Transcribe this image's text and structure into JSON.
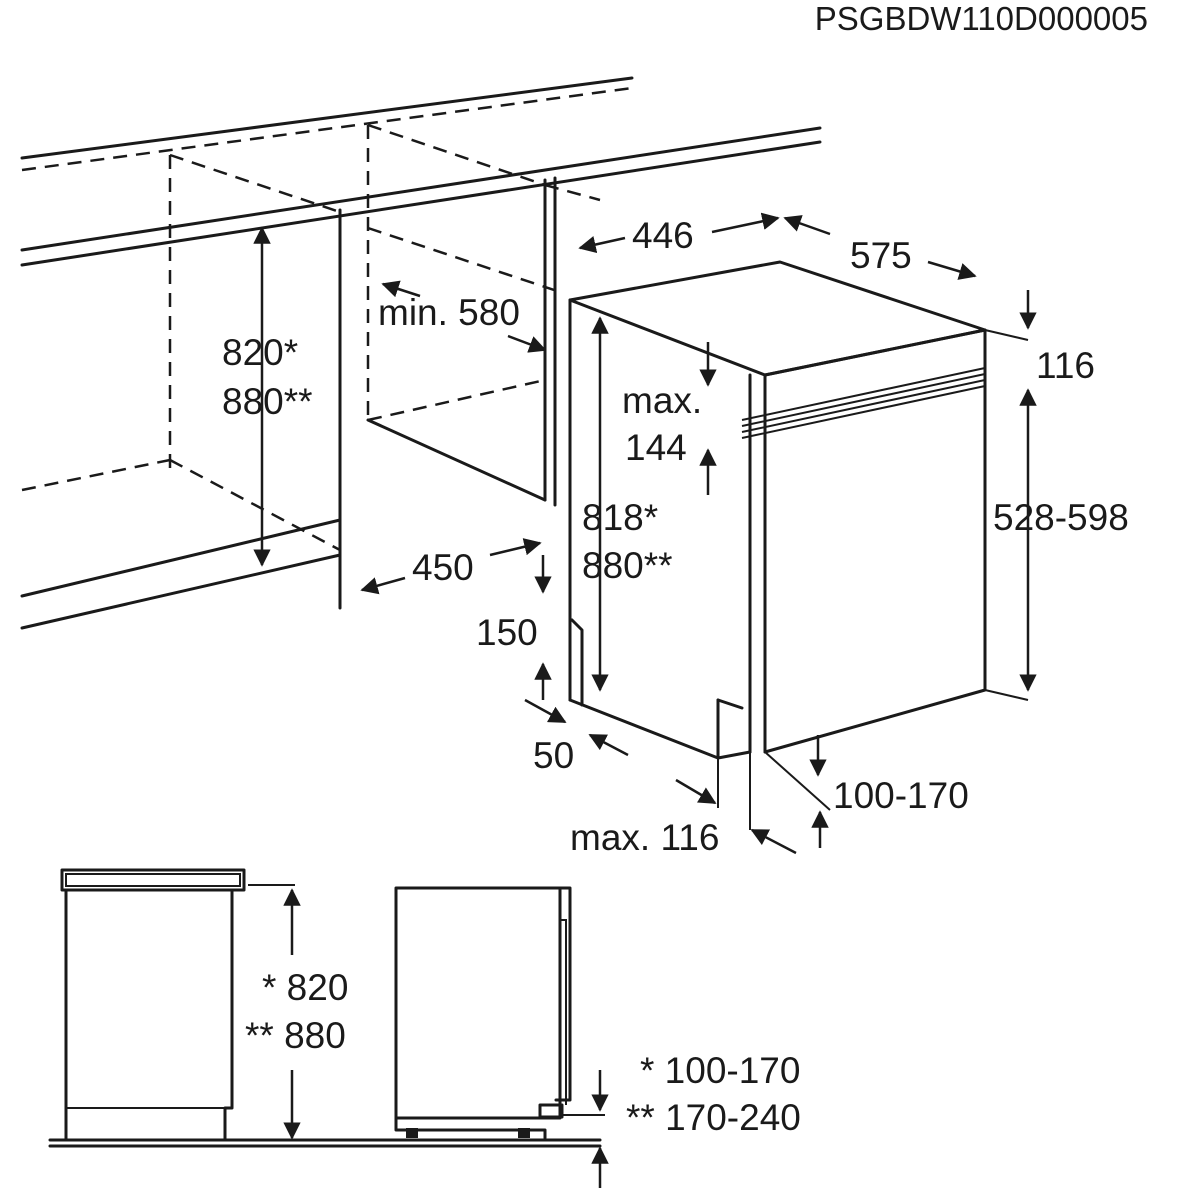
{
  "doc_code": "PSGBDW110D000005",
  "labels": {
    "niche_height": [
      "820*",
      "880**"
    ],
    "min_depth": "min. 580",
    "width_450": "450",
    "width_446": "446",
    "depth_575": "575",
    "top_116": "116",
    "panel_max": [
      "max.",
      "144"
    ],
    "height_818": [
      "818*",
      "880**"
    ],
    "panel_528": "528-598",
    "dim_150": "150",
    "dim_50": "50",
    "plinth": "100-170",
    "max_116": "max. 116"
  },
  "side_view": {
    "height": [
      "* 820",
      "** 880"
    ],
    "plinth": [
      "* 100-170",
      "** 170-240"
    ]
  }
}
